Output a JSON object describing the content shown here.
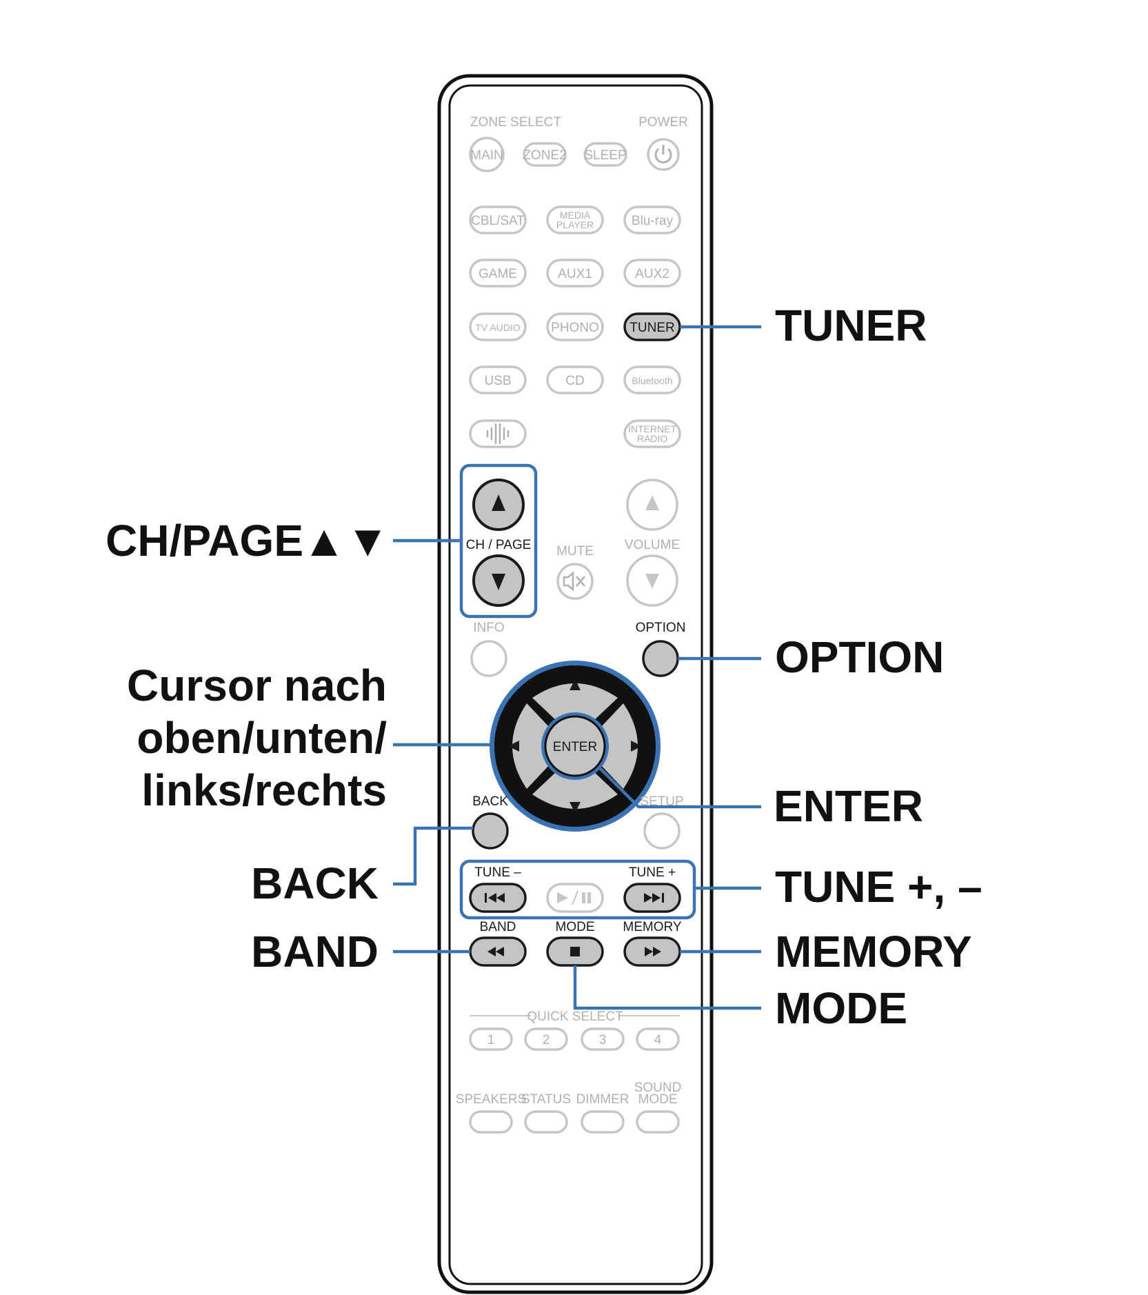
{
  "callouts": {
    "tuner": "TUNER",
    "ch_page": "CH/PAGE",
    "ch_page_arrows": "▲▼",
    "option": "OPTION",
    "cursor_line1": "Cursor nach",
    "cursor_line2": "oben/unten/",
    "cursor_line3": "links/rechts",
    "enter": "ENTER",
    "back": "BACK",
    "tune": "TUNE +, –",
    "band": "BAND",
    "memory": "MEMORY",
    "mode": "MODE"
  },
  "remote": {
    "zone_select": "ZONE SELECT",
    "power": "POWER",
    "main": "MAIN",
    "zone2": "ZONE2",
    "sleep": "SLEEP",
    "sources": {
      "cbl_sat": "CBL/SAT",
      "media_player_1": "MEDIA",
      "media_player_2": "PLAYER",
      "bluray": "Blu-ray",
      "game": "GAME",
      "aux1": "AUX1",
      "aux2": "AUX2",
      "tv_audio": "TV AUDIO",
      "phono": "PHONO",
      "tuner": "TUNER",
      "usb": "USB",
      "cd": "CD",
      "bluetooth": "Bluetooth",
      "internet_radio_1": "INTERNET",
      "internet_radio_2": "RADIO"
    },
    "ch_page": "CH / PAGE",
    "mute": "MUTE",
    "volume": "VOLUME",
    "info": "INFO",
    "option": "OPTION",
    "enter": "ENTER",
    "back": "BACK",
    "setup": "SETUP",
    "tune_minus": "TUNE –",
    "tune_plus": "TUNE +",
    "band": "BAND",
    "mode": "MODE",
    "memory": "MEMORY",
    "quick_select": "QUICK SELECT",
    "quick_1": "1",
    "quick_2": "2",
    "quick_3": "3",
    "quick_4": "4",
    "speakers": "SPEAKERS",
    "status": "STATUS",
    "dimmer": "DIMMER",
    "sound_mode_1": "SOUND",
    "sound_mode_2": "MODE"
  },
  "colors": {
    "highlight": "#3a72b3",
    "active_button": "#c4c4c4",
    "inactive_outline": "#c6c6c6"
  }
}
